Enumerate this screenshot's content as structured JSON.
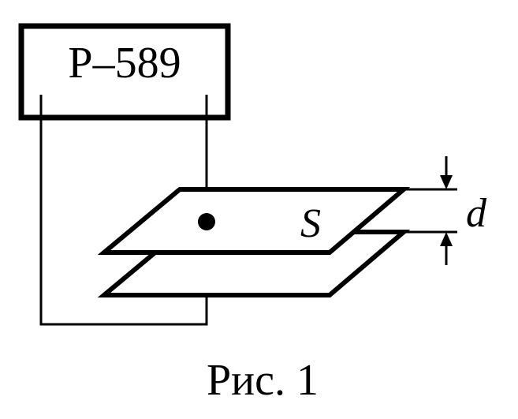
{
  "meter": {
    "label": "P–589"
  },
  "plate": {
    "area_label": "S"
  },
  "gap": {
    "label": "d"
  },
  "caption": {
    "text": "Рис. 1"
  },
  "colors": {
    "ink": "#000000",
    "background": "#ffffff"
  }
}
